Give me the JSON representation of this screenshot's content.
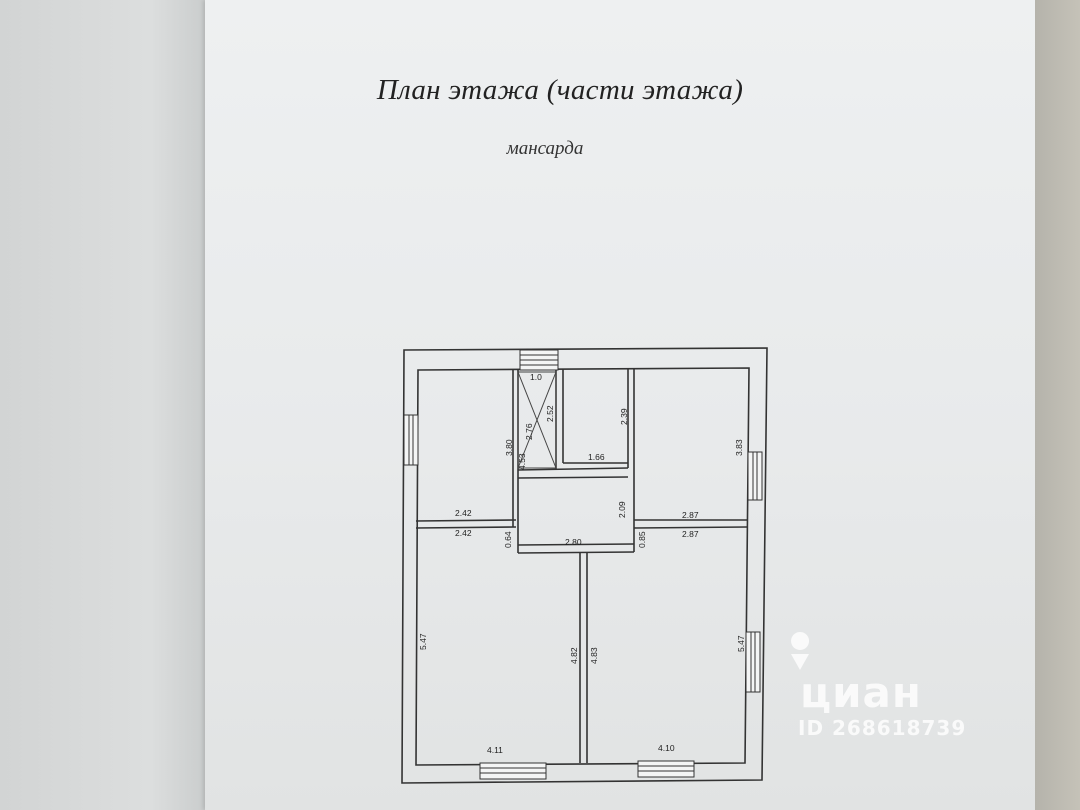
{
  "document": {
    "title": "План этажа (части этажа)",
    "subtitle": "мансарда"
  },
  "plan": {
    "dimensions": {
      "stair_top": "1.0",
      "stair_length": "2.76",
      "stair_well": "2.52",
      "stair_side": "3.80",
      "stair_small": "4.53",
      "bath_height": "2.39",
      "bath_width": "1.66",
      "nw_height": "3.80",
      "nw_width_top": "2.42",
      "nw_width_bottom": "2.42",
      "ne_height": "3.83",
      "ne_width_top": "2.87",
      "ne_width_bottom": "2.87",
      "hall_height": "2.09",
      "hall_width": "2.80",
      "hall_left_gap": "0.64",
      "hall_right_gap": "0.85",
      "sw_height_left": "5.47",
      "sw_height_right": "4.82",
      "sw_width": "4.11",
      "se_height_left": "4.83",
      "se_height_right": "5.47",
      "se_width": "4.10"
    }
  },
  "watermark": {
    "logo": "циан",
    "id": "ID 268618739"
  }
}
